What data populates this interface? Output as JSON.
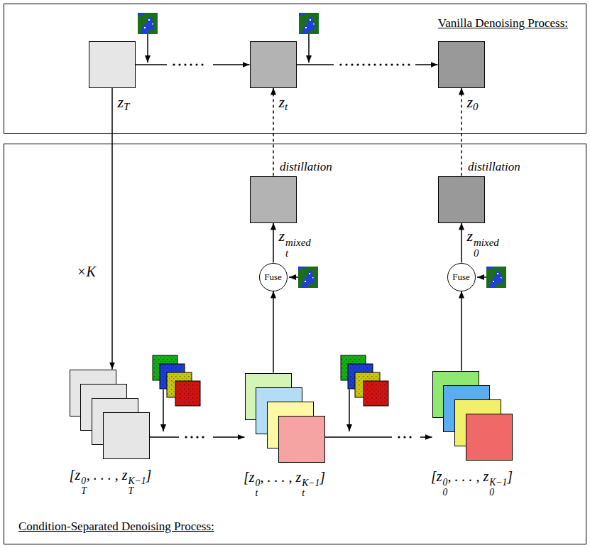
{
  "diagram": {
    "nodes": [
      {
        "text": [
          "Vanilla Denoising Process:"
        ]
      },
      {
        "text": [
          "zT"
        ],
        "in": 0
      },
      {
        "text": [
          "zt"
        ],
        "in": 0
      },
      {
        "text": [
          "z0"
        ],
        "in": 0
      },
      {
        "text": [
          "Condition-Separated Denoising Process:"
        ]
      },
      {
        "text": [
          "zmixedt"
        ],
        "in": 4
      },
      {
        "text": [
          "zmixed0"
        ],
        "in": 4
      },
      {
        "text": [
          "Fuse"
        ],
        "in": 4
      },
      {
        "text": [
          "Fuse"
        ],
        "in": 4
      },
      {
        "text": [
          "[z0T, . . . , zK−1T]"
        ],
        "in": 4
      },
      {
        "text": [
          "[z0t, . . . , zK−1t]"
        ],
        "in": 4
      },
      {
        "text": [
          "[z00, . . . , zK−10]"
        ],
        "in": 4
      }
    ],
    "edges": [
      {
        "from": 1,
        "to": 2,
        "arrow": "to"
      },
      {
        "from": 2,
        "to": 3,
        "arrow": "to"
      },
      {
        "from": 1,
        "to": 9,
        "label": "×K",
        "arrow": "to"
      },
      {
        "from": 9,
        "to": 10,
        "arrow": "to"
      },
      {
        "from": 10,
        "to": 11,
        "arrow": "to"
      },
      {
        "from": 10,
        "to": 7,
        "arrow": "to"
      },
      {
        "from": 11,
        "to": 8,
        "arrow": "to"
      },
      {
        "from": 7,
        "to": 5,
        "arrow": "to"
      },
      {
        "from": 8,
        "to": 6,
        "arrow": "to"
      },
      {
        "from": 5,
        "to": 2,
        "label": "distillation",
        "arrow": "to"
      },
      {
        "from": 6,
        "to": 3,
        "label": "distillation",
        "arrow": "to"
      }
    ]
  }
}
